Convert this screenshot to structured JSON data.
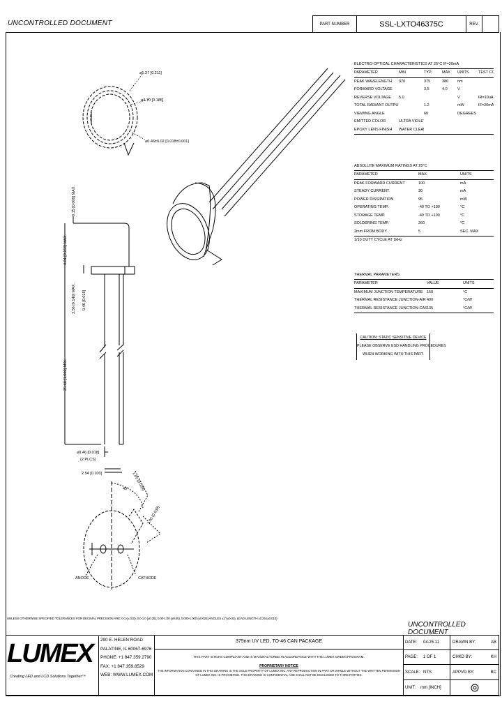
{
  "header": {
    "watermark": "UNCONTROLLED DOCUMENT",
    "part_number_label": "PART NUMBER",
    "part_number": "SSL-LXTO46375C",
    "rev_label": "REV.",
    "rev_value": ""
  },
  "electro_optical": {
    "title": "ELECTRO-OPTICAL CHARACTERISTICS AT 25°C     IF=20mA",
    "columns": [
      "PARAMETER",
      "MIN",
      "TYP.",
      "MAX",
      "UNITS",
      "TEST COND."
    ],
    "rows": [
      [
        "PEAK WAVELENGTH",
        "370",
        "375",
        "380",
        "nm",
        ""
      ],
      [
        "FORWARD VOLTAGE",
        "",
        "3.5",
        "4.0",
        "V",
        ""
      ],
      [
        "REVERSE VOLTAGE",
        "5.0",
        "",
        "",
        "V",
        "IR=10uA"
      ],
      [
        "TOTAL RADIANT OUTPUT",
        "",
        "1.2",
        "",
        "mW",
        "IF=20mA"
      ],
      [
        "VIEWING ANGLE",
        "",
        "60",
        "",
        "DEGREES",
        ""
      ],
      [
        "EMITTED COLOR",
        "ULTRA VIOLET",
        "",
        "",
        "",
        ""
      ],
      [
        "EPOXY LENS FINISH",
        "WATER CLEAR",
        "",
        "",
        "",
        ""
      ]
    ]
  },
  "absolute_max": {
    "title": "ABSOLUTE MAXIMUM RATINGS AT 25°C",
    "columns": [
      "PARAMETER",
      "MAX",
      "UNITS"
    ],
    "rows": [
      [
        "PEAK FORWARD CURRENT",
        "100",
        "mA"
      ],
      [
        "STEADY CURRENT",
        "30",
        "mA"
      ],
      [
        "POWER DISSIPATION",
        "95",
        "mW"
      ],
      [
        "OPERATING TEMP.",
        "-40 TO +100",
        "°C"
      ],
      [
        "STORAGE TEMP.",
        "-40 TO +100",
        "°C"
      ],
      [
        "SOLDERING TEMP.",
        "260",
        "°C"
      ],
      [
        "2mm FROM BODY",
        "5",
        "SEC. MAX"
      ]
    ],
    "footnote": "1/10 DUTY CYCLE AT 1kHz"
  },
  "thermal": {
    "title": "THERMAL PARAMETERS",
    "columns": [
      "PARAMETER",
      "VALUE",
      "UNITS"
    ],
    "rows": [
      [
        "MAXIMUM JUNCTION TEMPERATURE",
        "150",
        "°C"
      ],
      [
        "THERMAL RESISTANCE JUNCTION-AIR",
        "400",
        "°C/W"
      ],
      [
        "THERMAL RESISTANCE JUNCTION-CASE",
        "135",
        "°C/W"
      ]
    ]
  },
  "caution": {
    "line1": "CAUTION: STATIC SENSITIVE DEVICE",
    "line2": "PLEASE OBSERVE ESD HANDLING PROCEDURES",
    "line3": "WHEN WORKING WITH THIS PART."
  },
  "drawing": {
    "dia_flange": "⌀5.37 [0.211]",
    "dia_cap": "⌀4.70 [0.185]",
    "dia_lens": "⌀0.46±0.02 [0.018±0.001]",
    "dim_top": "0.15 [0.006] MAX.",
    "dim_cap": "4.04 [0.159] MAX.",
    "dim_body": "3.56 [0.140] MAX.",
    "dim_flange": "0.46 [0.018]",
    "dim_lead": "25.40 [1.000] MIN.",
    "dim_lead_dia": "⌀0.46 [0.018]",
    "dim_lead_dia2": "(2 PLCS)",
    "dim_pitch": "2.54 [0.100]",
    "angle": "45°",
    "tab1": "1.00 (0.039)",
    "tab2": "1.00 (0.039)",
    "anode": "ANODE",
    "cathode": "CATHODE"
  },
  "tolerance_note": "UNLESS OTHERWISE SPECIFIED TOLERANCES FOR DECIMAL PRECISION ARE: 0-1 (±.010), 0.0-1.0 (±0.25), 0.00-1.00 (±0.05), 0.000-1.000 (±0.025)   ANGLES ±1°(±0.03), LEAD LENGTH ±0.25 (±0.010)",
  "title_block": {
    "logo": "LUMEX",
    "tagline": "Creating LED and LCD Solutions Together™",
    "address": [
      "290 E. HELEN ROAD",
      "PALATINE, IL 60067-6976",
      "PHONE: +1 847.359.2790",
      "FAX: +1 847.359.8529",
      "WEB: WWW.LUMEX.COM"
    ],
    "description": "375nm UV LED, TO-46 CAN PACKAGE",
    "rohs": "THIS PART IS RoHS COMPLIANT AND IS MANUFACTURED IN ACCORDANCE WITH THE LUMEX GREEN PROGRAM.",
    "notice_title": "PROPRIETARY NOTICE",
    "notice_text": "THE INFORMATION CONTAINED IN THIS DRAWING IS THE SOLE PROPERTY OF LUMEX INC. ANY REPRODUCTION IN PART OR WHOLE WITHOUT THE WRITTEN PERMISSION OF LUMEX INC. IS PROHIBITED. THIS DRAWING IS CONFIDENTIAL AND SHALL NOT BE DISCLOSED TO THIRD PARTIES.",
    "date_label": "DATE:",
    "date": "04.25.11",
    "drawn_label": "DRAWN BY:",
    "drawn": "AB",
    "page_label": "PAGE:",
    "page": "1 OF 1",
    "chkd_label": "CHKD BY:",
    "chkd": "KH",
    "scale_label": "SCALE:",
    "scale": "NTS",
    "appvd_label": "APPVD BY:",
    "appvd": "BC",
    "unit_label": "UNIT:",
    "unit": "mm [INCH]"
  }
}
